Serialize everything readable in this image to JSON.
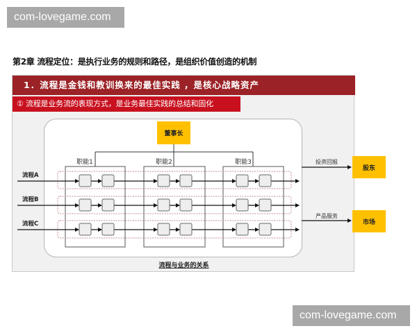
{
  "watermark": {
    "top_text": "com-lovegame.com",
    "bottom_text": "com-lovegame.com"
  },
  "chapter": {
    "title": "第2章 流程定位：是执行业务的规则和路径，是组织价值创造的机制"
  },
  "slide": {
    "banner": "1．流程是金钱和教训换来的最佳实践 ，是核心战略资产",
    "sub_banner": "① 流程是业务流的表现方式，是业务最佳实践的总结和固化",
    "caption": "流程与业务的关系"
  },
  "diagram": {
    "top_node": "董事长",
    "functions": [
      "职能1",
      "职能2",
      "职能3"
    ],
    "processes": [
      "流程A",
      "流程B",
      "流程C"
    ],
    "outputs": [
      {
        "edge_label": "投资回报",
        "node": "股东"
      },
      {
        "edge_label": "产品服务",
        "node": "市场"
      }
    ],
    "colors": {
      "banner": "#9b2226",
      "sub_banner": "#c8101f",
      "node_yellow": "#ffc000",
      "step_box_fill": "#eeeeee",
      "process_band_border": "#c98a8f"
    }
  }
}
